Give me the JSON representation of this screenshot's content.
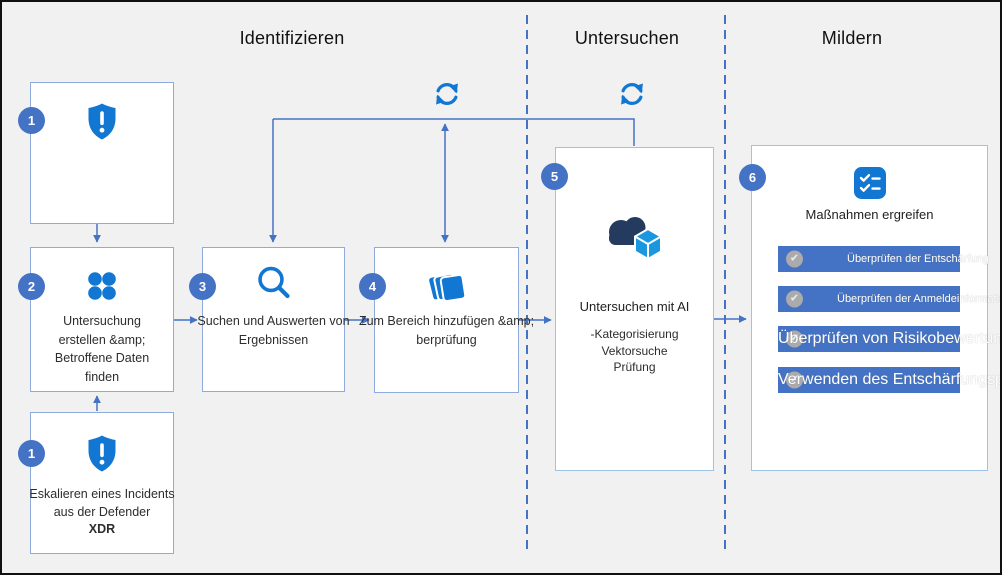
{
  "diagram": {
    "phases": [
      {
        "id": "identify",
        "label": "Identifizieren"
      },
      {
        "id": "investigate",
        "label": "Untersuchen"
      },
      {
        "id": "mitigate",
        "label": "Mildern"
      }
    ],
    "steps": {
      "incident_top": {
        "num": "1",
        "icon": "shield-exclamation-icon",
        "lines": []
      },
      "create": {
        "num": "2",
        "icon": "four-dots-icon",
        "lines": [
          "Untersuchung",
          "erstellen &amp;",
          "Betroffene Daten",
          "finden"
        ]
      },
      "search": {
        "num": "3",
        "icon": "magnifier-icon",
        "lines": [
          "Suchen und Auswerten von",
          "Ergebnissen"
        ]
      },
      "scope": {
        "num": "4",
        "icon": "layers-stack-icon",
        "lines": [
          "Zum Bereich hinzufügen &amp;",
          "berprüfung"
        ]
      },
      "ai": {
        "num": "5",
        "icon": "cloud-cube-icon",
        "title": "Untersuchen mit AI",
        "details": [
          "-Kategorisierung",
          "Vektorsuche",
          "Prüfung"
        ]
      },
      "act": {
        "num": "6",
        "icon": "checklist-icon",
        "title": "Maßnahmen ergreifen",
        "actions": [
          "Überprüfen der Entschärfung",
          "Überprüfen der Anmeldeinformationen",
          "Überprüfen von Risikobewertungen",
          "Verwenden des Entschärfungsplans"
        ]
      },
      "incident_bottom": {
        "num": "1",
        "icon": "shield-exclamation-icon",
        "lines": [
          "Eskalieren eines Incidents",
          "aus der Defender",
          "XDR"
        ]
      }
    },
    "icons": [
      "sync-loop-icon",
      "sync-loop-icon"
    ],
    "colors": {
      "accent_blue": "#4472C4",
      "icon_blue": "#1277D3",
      "cloud_navy": "#243A5E",
      "cube_blue": "#1B97E0",
      "bar_blue": "#4472C4",
      "box_border": "#8FAADC",
      "big_box_border": "#9DC3E6",
      "background": "#F1F1F2"
    }
  }
}
